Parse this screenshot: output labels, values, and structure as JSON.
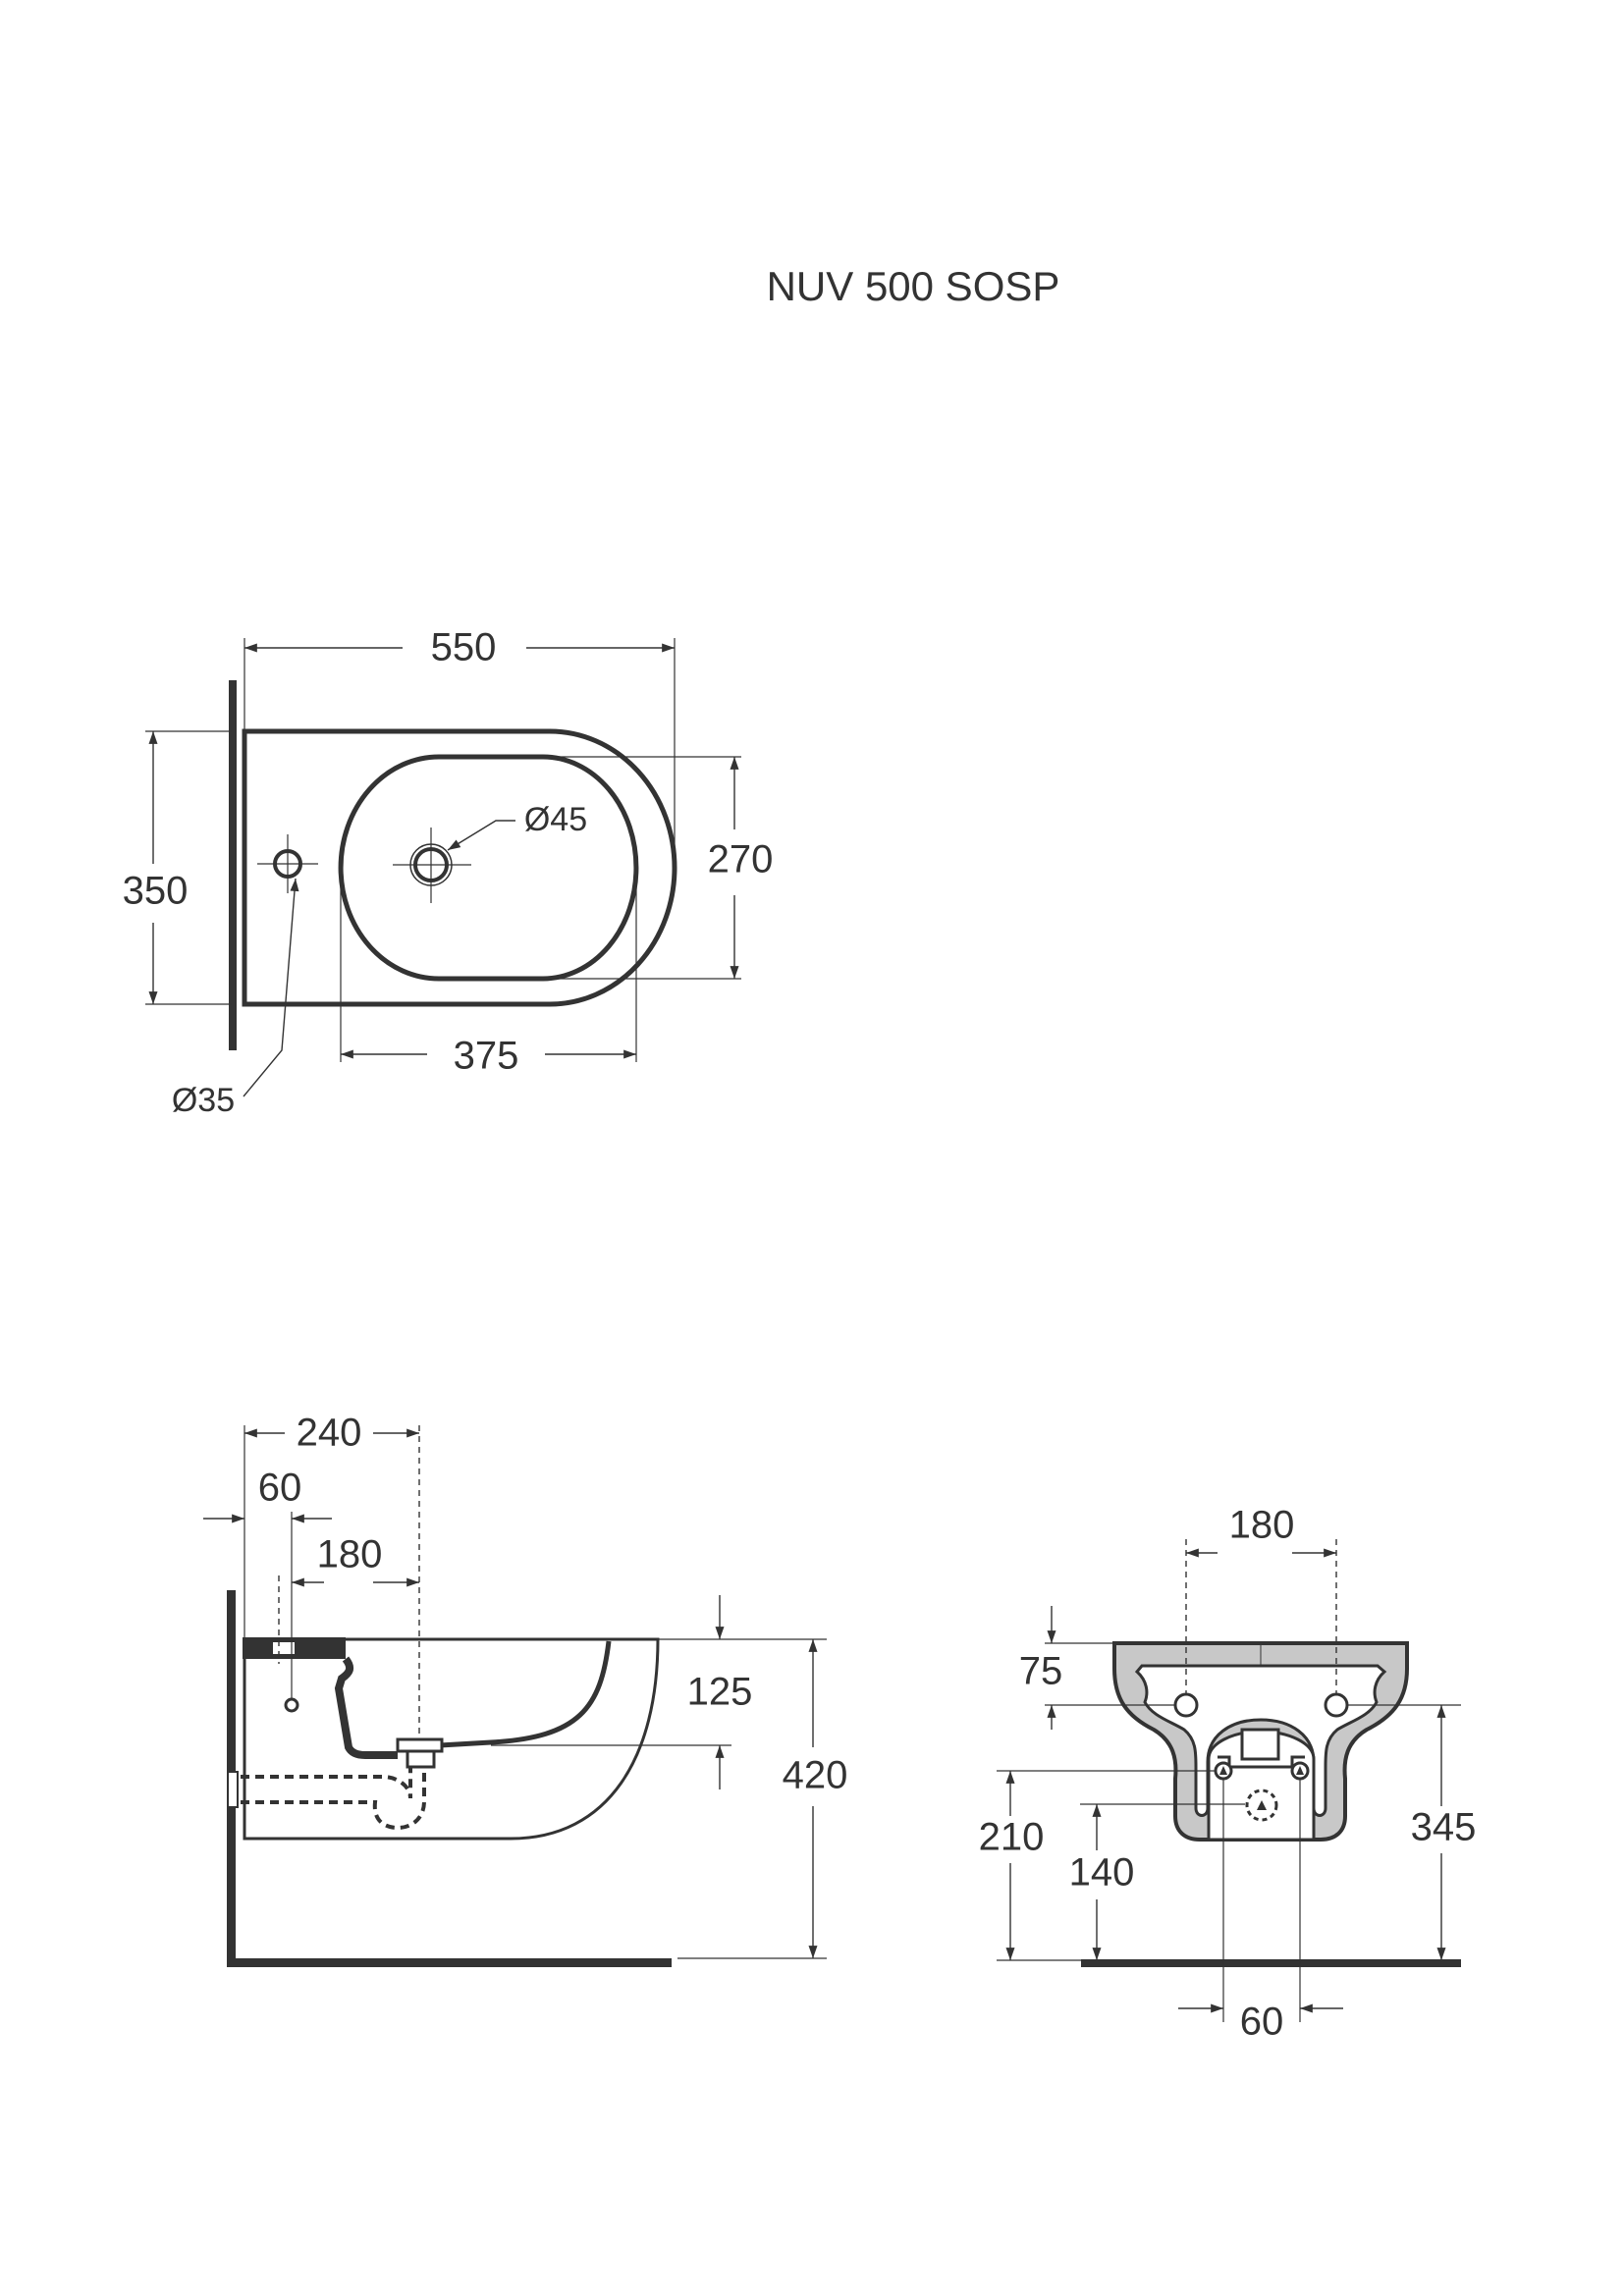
{
  "title": "NUV 500 SOSP",
  "top_view": {
    "width": "550",
    "depth": "350",
    "bowl_width": "270",
    "bowl_length": "375",
    "drain_diameter": "Ø45",
    "tap_hole_diameter": "Ø35"
  },
  "side_view": {
    "drain_offset": "240",
    "tap_offset": "60",
    "tap_to_drain": "180",
    "bowl_depth": "125",
    "rim_height": "420"
  },
  "front_view": {
    "fixing_spacing": "180",
    "fixing_below_rim": "75",
    "supply_height": "210",
    "waste_height": "140",
    "fixing_height": "345",
    "supply_spacing": "60"
  },
  "colors": {
    "line": "#333333",
    "fill": "#c8c8c8"
  }
}
